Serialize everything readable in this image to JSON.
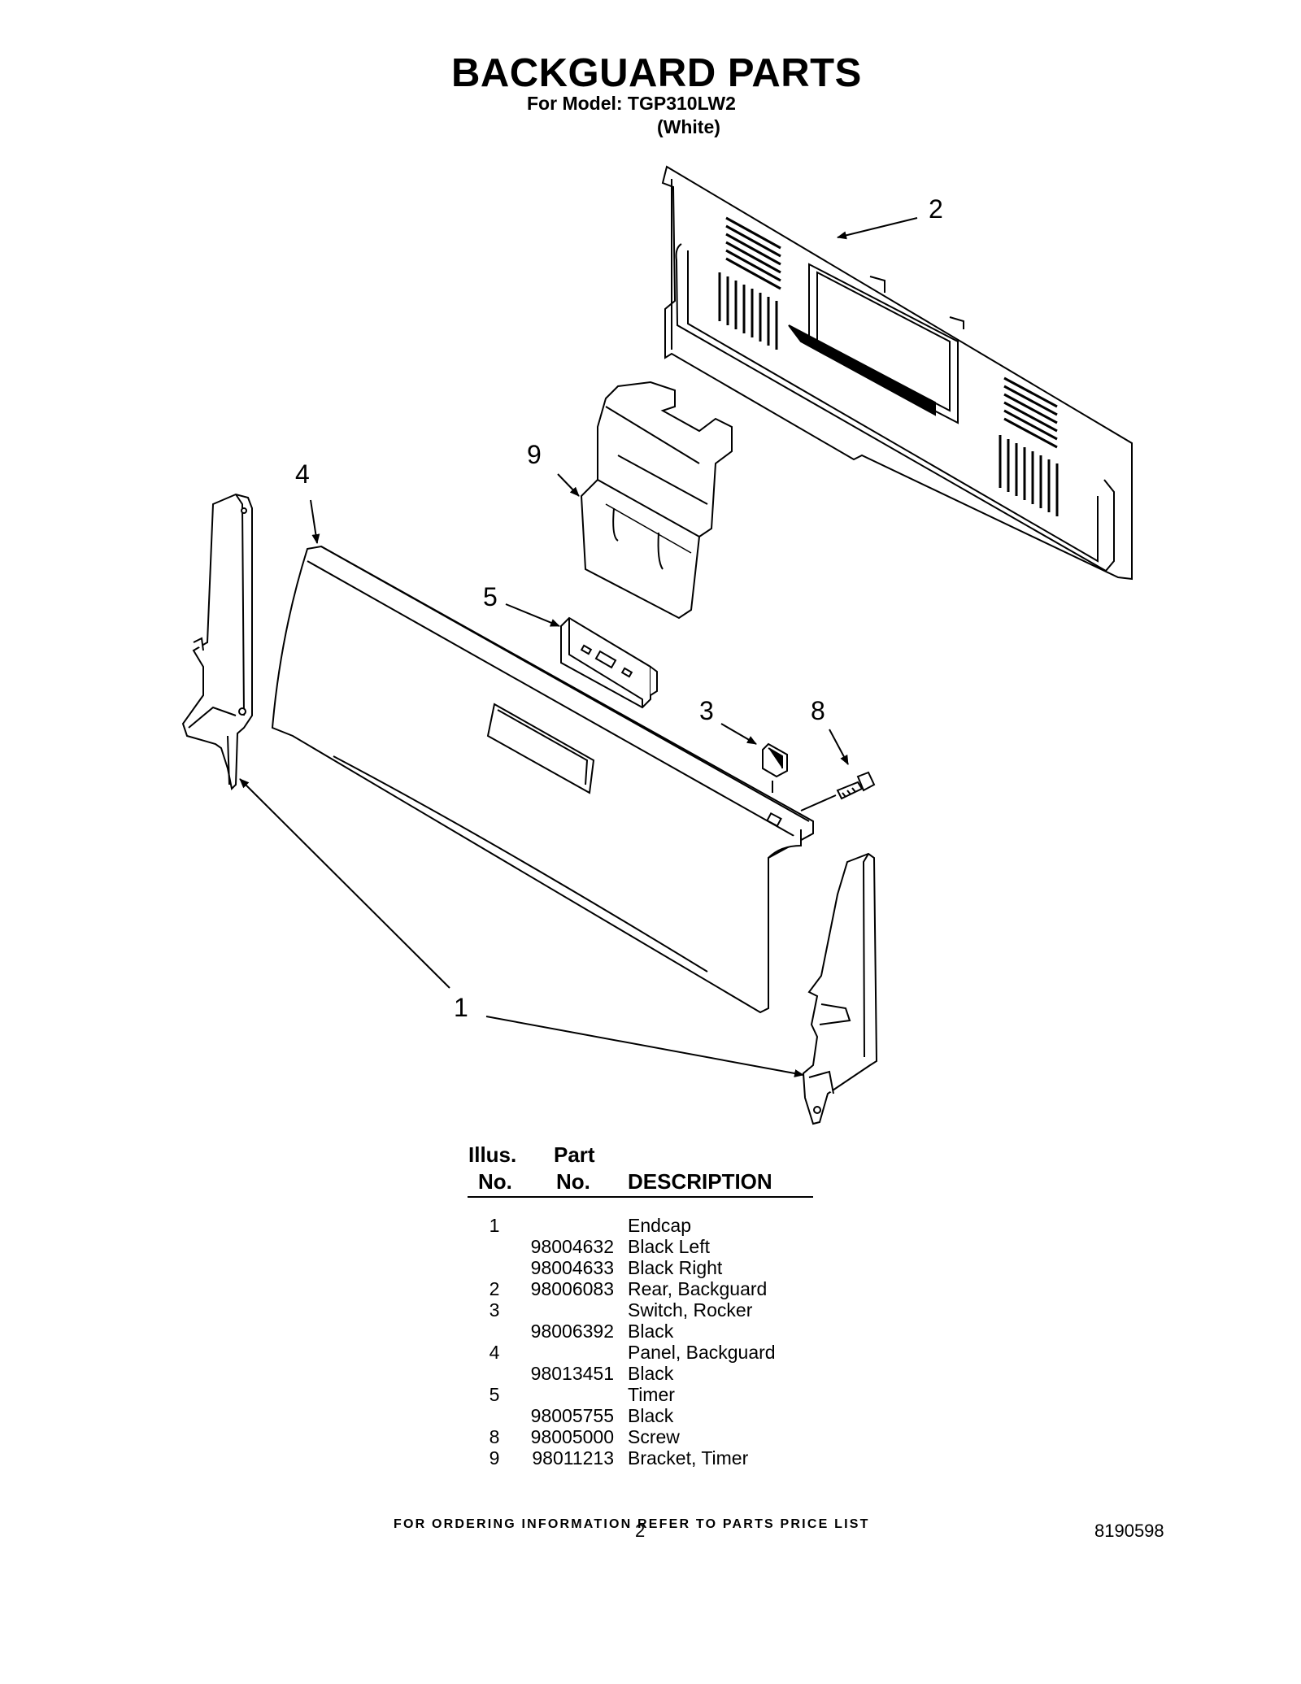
{
  "header": {
    "title": "BACKGUARD PARTS",
    "model_line": "For Model: TGP310LW2",
    "variant": "(White)"
  },
  "diagram": {
    "callouts": [
      "1",
      "2",
      "3",
      "4",
      "5",
      "8",
      "9"
    ]
  },
  "parts_table": {
    "headers": {
      "illus_top": "Illus.",
      "illus_bottom": "No.",
      "part_top": "Part",
      "part_bottom": "No.",
      "description": "DESCRIPTION"
    },
    "rows": [
      {
        "illus": "1",
        "part": "",
        "description": "Endcap"
      },
      {
        "illus": "",
        "part": "98004632",
        "description": "Black Left"
      },
      {
        "illus": "",
        "part": "98004633",
        "description": "Black Right"
      },
      {
        "illus": "2",
        "part": "98006083",
        "description": "Rear, Backguard"
      },
      {
        "illus": "3",
        "part": "",
        "description": "Switch, Rocker"
      },
      {
        "illus": "",
        "part": "98006392",
        "description": "Black"
      },
      {
        "illus": "4",
        "part": "",
        "description": "Panel, Backguard"
      },
      {
        "illus": "",
        "part": "98013451",
        "description": "Black"
      },
      {
        "illus": "5",
        "part": "",
        "description": "Timer"
      },
      {
        "illus": "",
        "part": "98005755",
        "description": "Black"
      },
      {
        "illus": "8",
        "part": "98005000",
        "description": "Screw"
      },
      {
        "illus": "9",
        "part": "98011213",
        "description": "Bracket, Timer"
      }
    ]
  },
  "footer": {
    "ordering_note": "FOR ORDERING INFORMATION REFER TO PARTS PRICE LIST",
    "page_number": "2",
    "document_number": "8190598"
  }
}
